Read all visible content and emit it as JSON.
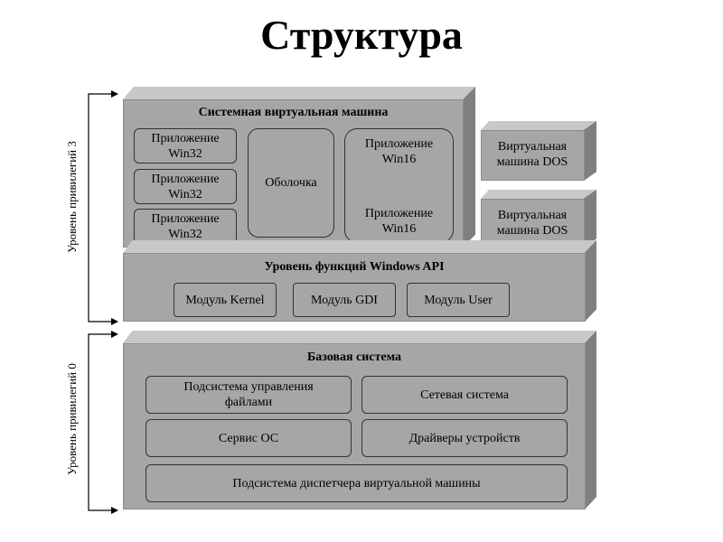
{
  "title": "Структура",
  "privilege_levels": {
    "level3": "Уровень привилегий 3",
    "level0": "Уровень привилегий 0"
  },
  "system_vm": {
    "header": "Системная виртуальная машина",
    "win32_apps": [
      "Приложение Win32",
      "Приложение Win32",
      "Приложение Win32"
    ],
    "shell": "Оболочка",
    "win16_apps": [
      "Приложение Win16",
      "Приложение Win16"
    ]
  },
  "dos_vms": [
    "Виртуальная машина DOS",
    "Виртуальная машина DOS"
  ],
  "api_layer": {
    "header": "Уровень функций Windows API",
    "modules": [
      "Модуль Kernel",
      "Модуль GDI",
      "Модуль User"
    ]
  },
  "base_system": {
    "header": "Базовая система",
    "file_subsystem": "Подсистема управления файлами",
    "network": "Сетевая система",
    "os_service": "Сервис ОС",
    "drivers": "Драйверы устройств",
    "vm_manager": "Подсистема диспетчера виртуальной машины"
  }
}
